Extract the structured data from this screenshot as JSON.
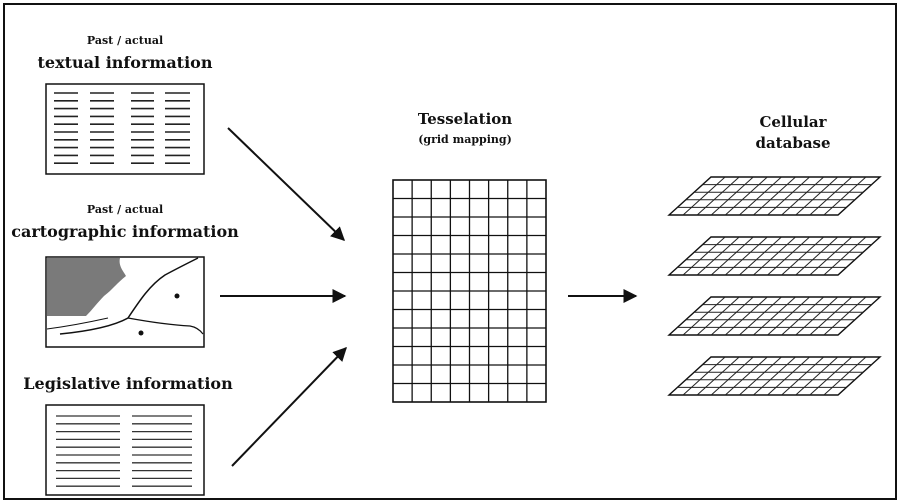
{
  "inputs": {
    "textual": {
      "line1": "Past / actual",
      "line2": "textual information"
    },
    "cartographic": {
      "line1": "Past / actual",
      "line2": "cartographic information"
    },
    "legislative": {
      "line1": "Legislative information"
    }
  },
  "tesselation": {
    "title": "Tesselation",
    "subtitle": "(grid mapping)"
  },
  "database": {
    "title_line1": "Cellular",
    "title_line2": "database",
    "layer_count": 4
  },
  "colors": {
    "stroke": "#111111",
    "land_fill": "#7a7a7a",
    "text_lines": "#222222"
  }
}
